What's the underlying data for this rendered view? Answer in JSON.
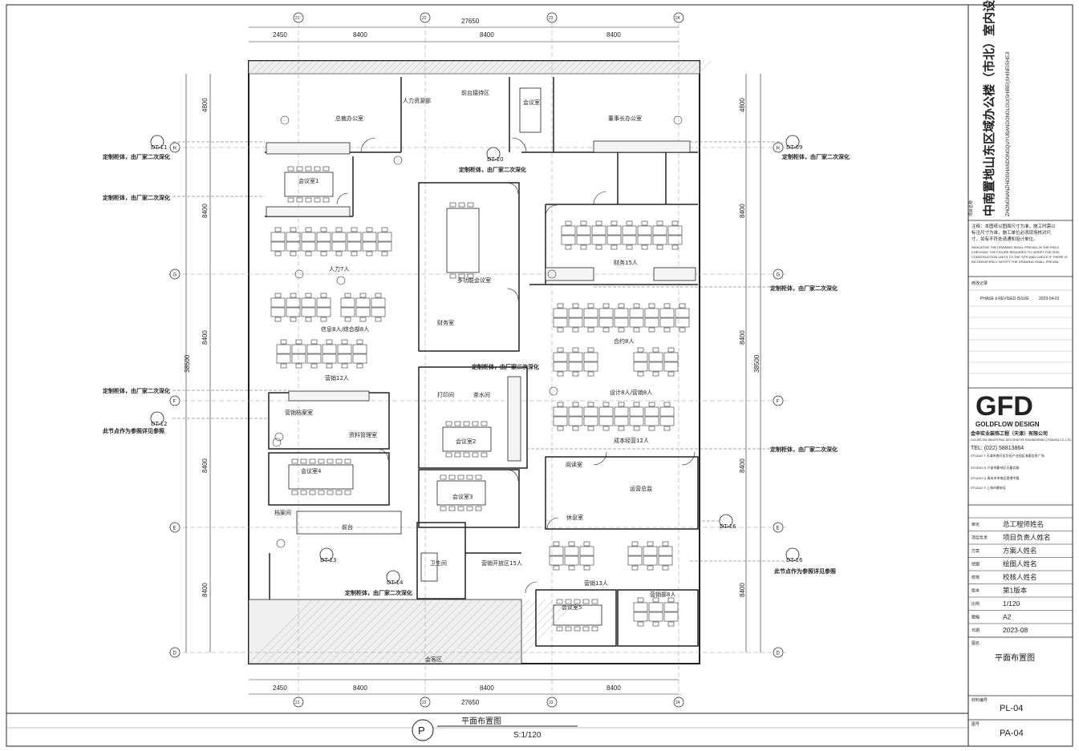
{
  "project": {
    "title": "中南置地山东区域办公楼（市北）室内设计",
    "title_en": "ZHONGNANZHIDISHANDONGQUYUBANGONGLOU(SHIBEI)SHINEISHEJI",
    "label": "项目名称",
    "label_en": "PROJECT NAME"
  },
  "notes_title": "注释",
  "notes": [
    "注释：本图纸以图面尺寸为准，施工时需以",
    "标注尺寸为准，施工单位必须现场核对尺",
    "寸，如有不符处请通知设计单位。"
  ],
  "notes_en": [
    "INDICATIVE THE DRAWING SHALL PREVAIL IN THE FIELD",
    "CHECKING THE FIGURE REQUIRED TO VERIFY THE SIZE",
    "CONSTRUCTION UNITS TO THE SITE AND CHECK IF THERE IS",
    "INCONSISTENCY NOTIFY THE DRAWING SHALL PREVAIL"
  ],
  "revision": {
    "label": "修改记录",
    "entry": "PHASE Ⅱ REVISED ISSUE",
    "date": "2023-04-01"
  },
  "company": {
    "logo": "GFD",
    "brand": "GOLDFLOW DESIGN",
    "name": "金申实业装饰工程（天津）有限公司",
    "name_en": "GOLDFLOW INDUSTRIAL DECORATIVE ENGINEERING (TIANJIN) CO.,LTD",
    "tel": "TEL: (022) 58813864",
    "studios": [
      "STUDIO T  天津市南开区华苑产业园区海泰信息广场",
      "STUDIO N  宁波市鄞州区天童北路",
      "STUDIO Q  青岛市市南区香港中路",
      "STUDIO S  上海市静安区"
    ]
  },
  "signatures": [
    {
      "label": "审定",
      "value": "总工程师姓名"
    },
    {
      "label": "项目负责",
      "value": "项目负责人姓名"
    },
    {
      "label": "方案",
      "value": "方案人姓名"
    },
    {
      "label": "绘图",
      "value": "绘图人姓名"
    },
    {
      "label": "校核",
      "value": "校核人姓名"
    },
    {
      "label": "版本",
      "value": "第1版本"
    },
    {
      "label": "比例",
      "value": "1/120"
    },
    {
      "label": "图幅",
      "value": "A2"
    },
    {
      "label": "日期",
      "value": "2023-08"
    }
  ],
  "drawing_name": {
    "label": "图名",
    "value": "平面布置图"
  },
  "material_no": {
    "label": "材料编号",
    "value": "PL-04"
  },
  "drawing_no": {
    "label": "图号",
    "value": "PA-04"
  },
  "footer": {
    "symbol": "P",
    "title": "平面布置图",
    "scale": "S:1/120"
  },
  "grid": {
    "columns": [
      "21",
      "22",
      "23",
      "24"
    ],
    "rows": [
      "H",
      "G",
      "F",
      "E",
      "D"
    ],
    "top_dims": [
      "2450",
      "8400",
      "8400",
      "8400"
    ],
    "top_total": "27650",
    "bottom_dims": [
      "2450",
      "8400",
      "8400",
      "8400"
    ],
    "bottom_total": "27650",
    "left_dims": [
      "4800",
      "8400",
      "8400",
      "8400",
      "8400"
    ],
    "right_dims": [
      "4800",
      "8400",
      "8400",
      "8400",
      "8400"
    ],
    "side_total": "38500"
  },
  "rooms": [
    "总裁办公室",
    "人力资源部",
    "前台接待区",
    "会议室",
    "董事长办公室",
    "会议室1",
    "人力7人",
    "多功能会议室",
    "财务室",
    "信息8人/综合部8人",
    "营销12人",
    "营销档案室",
    "资料管理室",
    "打印间",
    "茶水间",
    "会议室2",
    "会议室3",
    "会议室4",
    "财务15人",
    "合约8人",
    "设计8人/营销8人",
    "成本经营12人",
    "阅读室",
    "休息室",
    "运营总监",
    "档案间",
    "前台",
    "卫生间",
    "营销开放区15人",
    "营销13人",
    "会议室5",
    "营销部8人",
    "会客区"
  ],
  "notes_plan": [
    "定制柜体，由厂家二次深化",
    "此节点作为参照详见参照"
  ],
  "callouts": [
    "DT-11",
    "DT-09",
    "DT-10",
    "DT-12",
    "DT-13",
    "DT-14",
    "DT-16"
  ]
}
